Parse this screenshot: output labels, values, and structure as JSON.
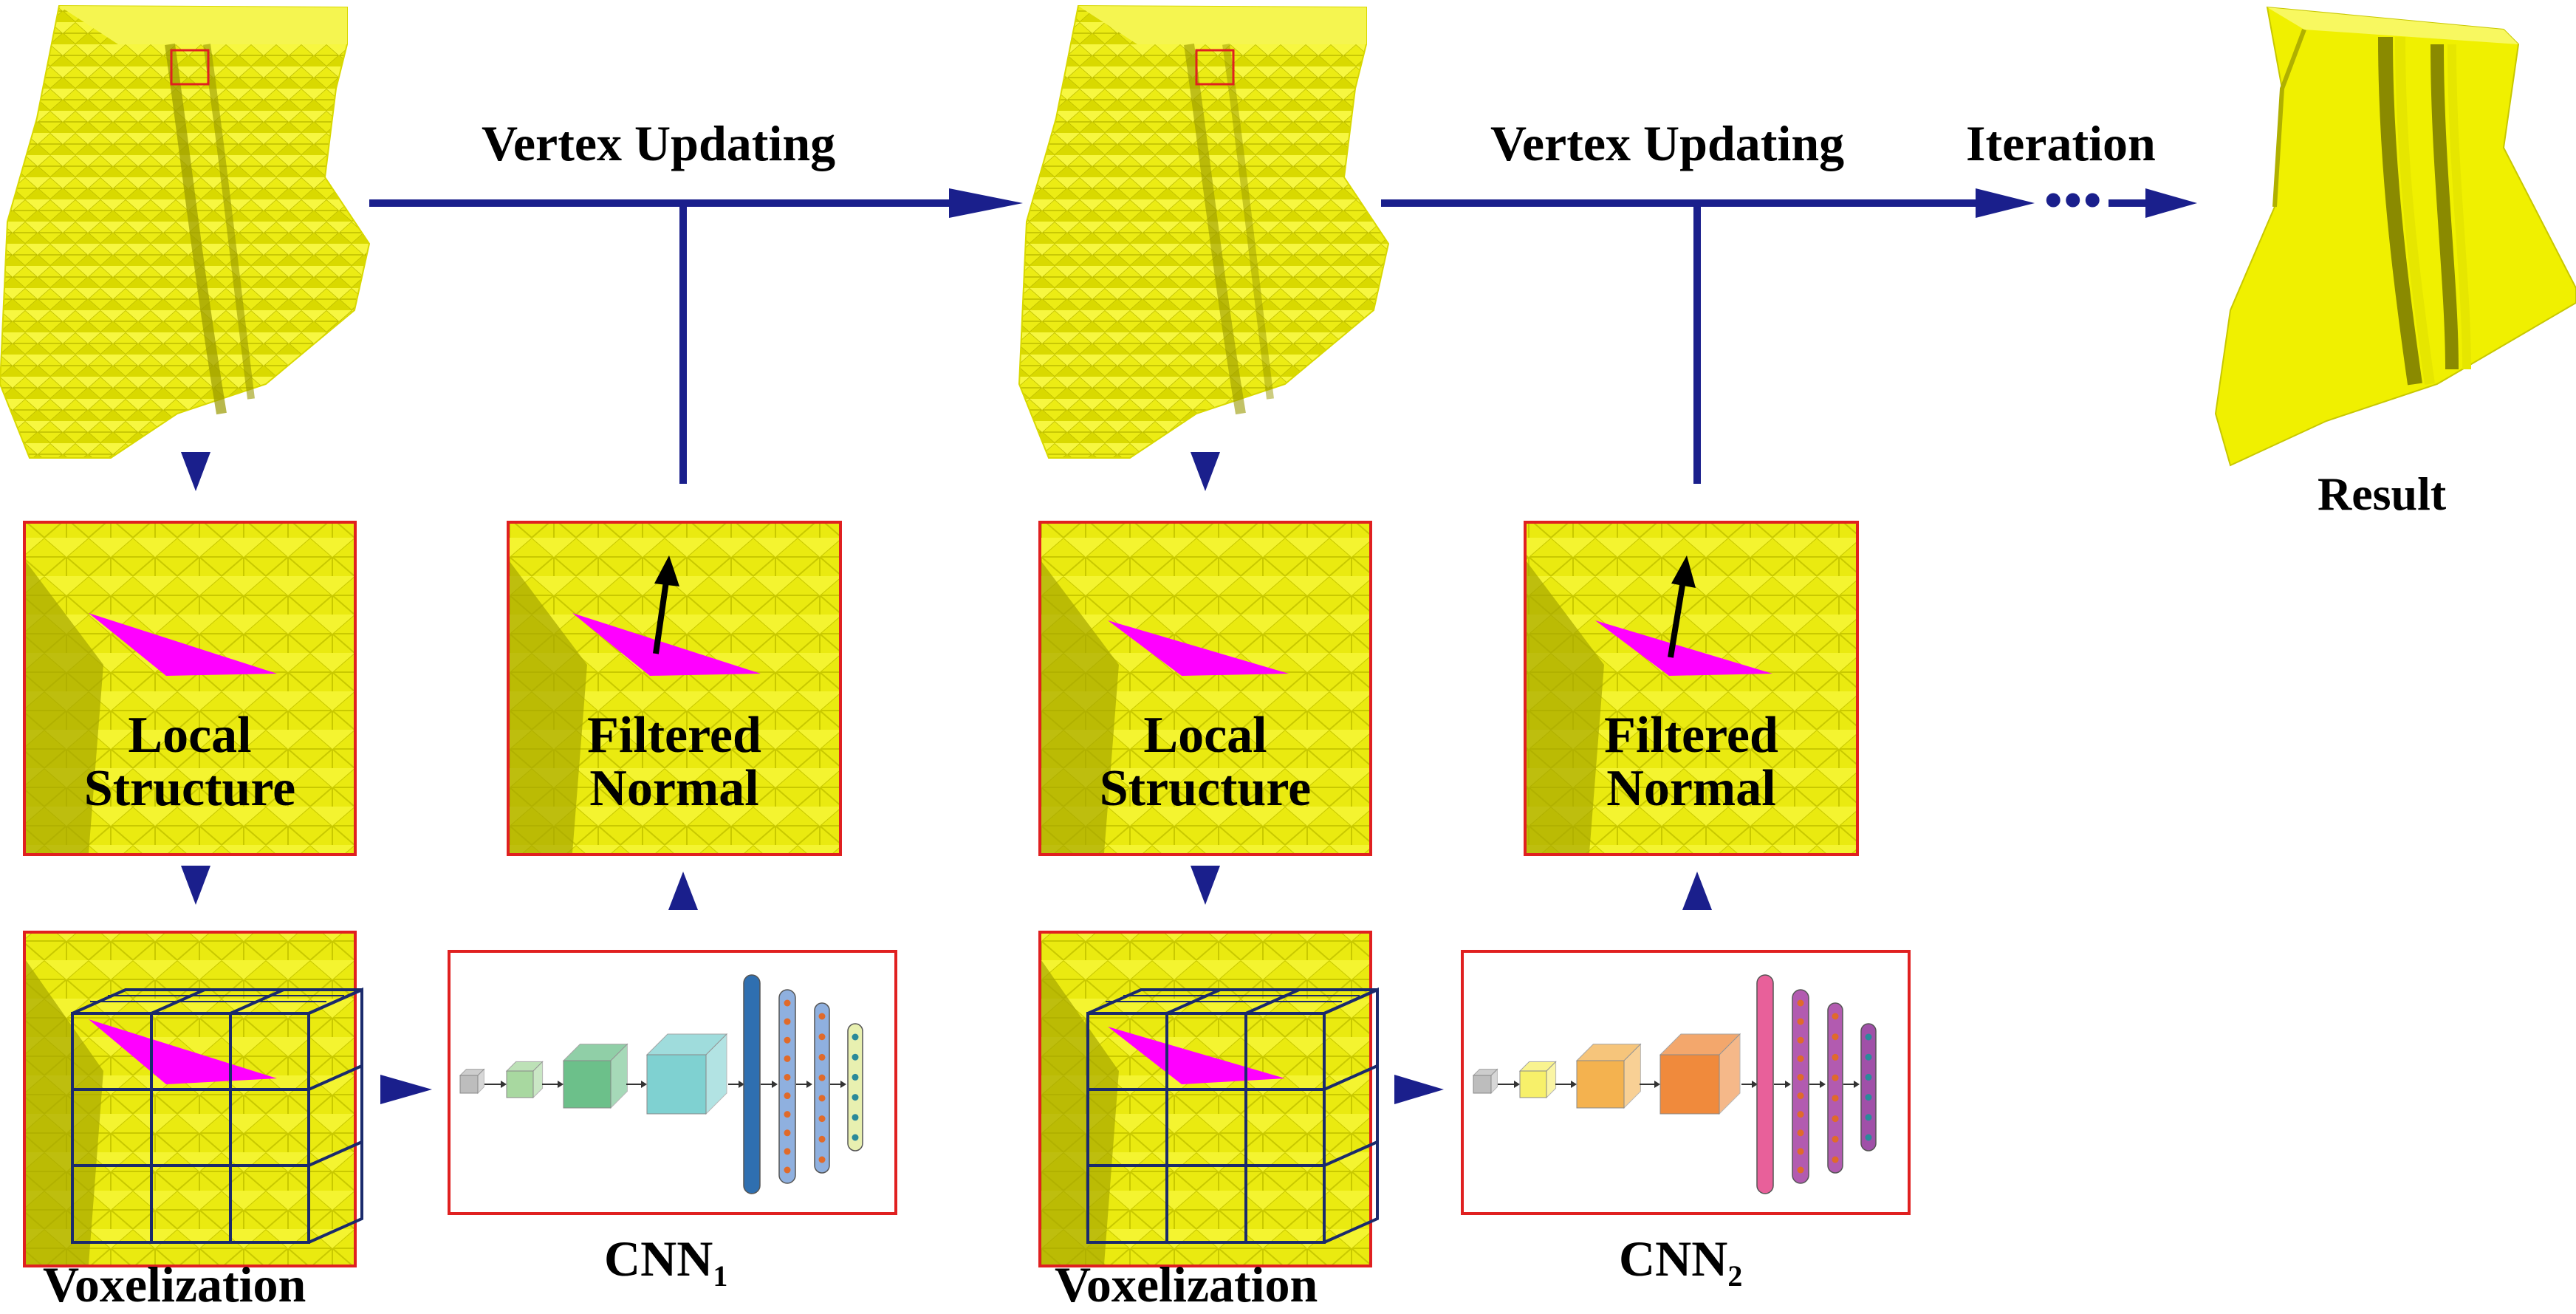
{
  "labels": {
    "vertex_updating_1": "Vertex Updating",
    "vertex_updating_2": "Vertex Updating",
    "iteration": "Iteration",
    "ellipsis": "•••",
    "result": "Result",
    "voxelization_1": "Voxelization",
    "voxelization_2": "Voxelization",
    "cnn_1_base": "CNN",
    "cnn_1_sub": "1",
    "cnn_2_base": "CNN",
    "cnn_2_sub": "2"
  },
  "insets": {
    "local_structure_1": [
      "Local",
      "Structure"
    ],
    "filtered_normal_1": [
      "Filtered",
      "Normal"
    ],
    "local_structure_2": [
      "Local",
      "Structure"
    ],
    "filtered_normal_2": [
      "Filtered",
      "Normal"
    ]
  },
  "colors": {
    "arrow": "#1a1f8c",
    "mesh_yellow": "#f2f200",
    "mesh_shadow": "#b8b800",
    "frame_red": "#e02020",
    "face_magenta": "#ff00ff",
    "cnn1_palette": [
      "#bdbdbd",
      "#a8d8a0",
      "#6cc08a",
      "#7fd1d1",
      "#2f6fb0",
      "#8fb0df",
      "#8fb0df",
      "#8fb0df",
      "#e8f0b0"
    ],
    "cnn2_palette": [
      "#bdbdbd",
      "#f7f06a",
      "#f4b24f",
      "#f08a3c",
      "#e8609a",
      "#b25bb0",
      "#b25bb0",
      "#b25bb0",
      "#a050a8"
    ]
  }
}
